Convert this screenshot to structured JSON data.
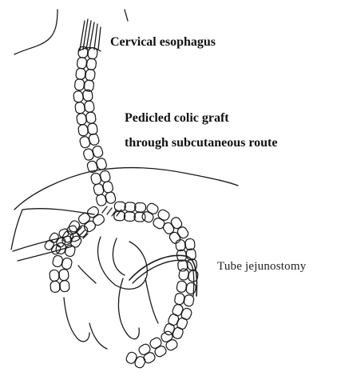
{
  "colors": {
    "ink": "#1a1a1a",
    "background": "#ffffff"
  },
  "labels": {
    "cervical_esophagus": "Cervical esophagus",
    "pedicled_graft_line1": "Pedicled colic graft",
    "pedicled_graft_line2": "through subcutaneous route",
    "tube_jejunostomy": "Tube jejunostomy"
  }
}
